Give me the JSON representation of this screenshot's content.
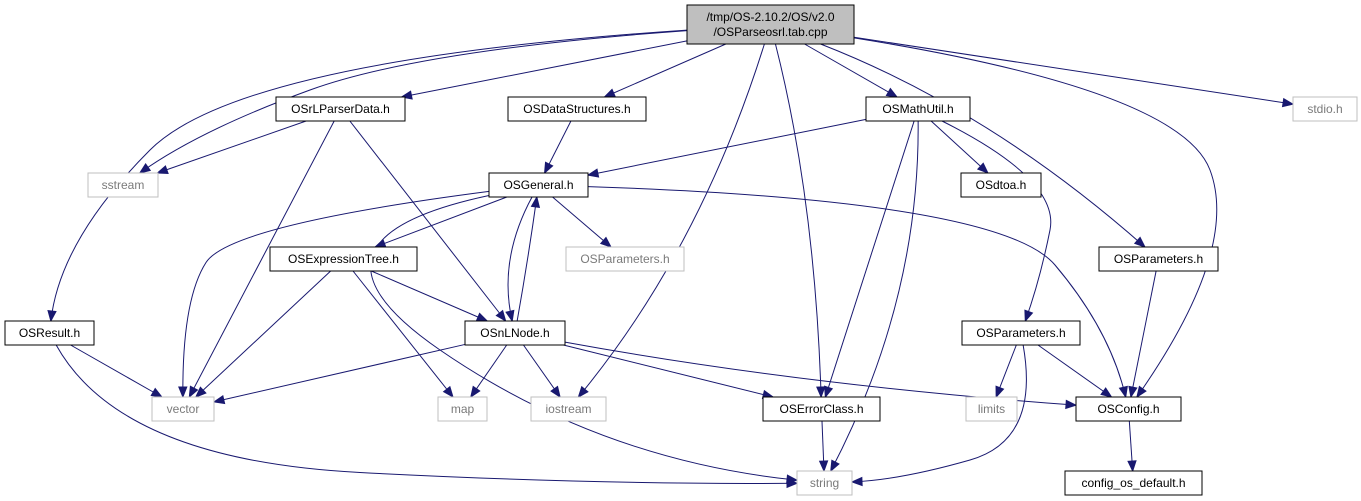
{
  "nodes": {
    "root": {
      "lines": [
        "/tmp/OS-2.10.2/OS/v2.0",
        "/OSParseosrl.tab.cpp"
      ],
      "kind": "root"
    },
    "rlparser": {
      "lines": [
        "OSrLParserData.h"
      ],
      "kind": "doc"
    },
    "datastruct": {
      "lines": [
        "OSDataStructures.h"
      ],
      "kind": "doc"
    },
    "mathutil": {
      "lines": [
        "OSMathUtil.h"
      ],
      "kind": "doc"
    },
    "stdio": {
      "lines": [
        "stdio.h"
      ],
      "kind": "ext"
    },
    "sstream": {
      "lines": [
        "sstream"
      ],
      "kind": "ext"
    },
    "general": {
      "lines": [
        "OSGeneral.h"
      ],
      "kind": "doc"
    },
    "sdtoa": {
      "lines": [
        "OSdtoa.h"
      ],
      "kind": "doc"
    },
    "exprtree": {
      "lines": [
        "OSExpressionTree.h"
      ],
      "kind": "doc"
    },
    "paramsext": {
      "lines": [
        "OSParameters.h"
      ],
      "kind": "ext"
    },
    "params1": {
      "lines": [
        "OSParameters.h"
      ],
      "kind": "doc"
    },
    "result": {
      "lines": [
        "OSResult.h"
      ],
      "kind": "doc"
    },
    "nlnode": {
      "lines": [
        "OSnLNode.h"
      ],
      "kind": "doc"
    },
    "params2": {
      "lines": [
        "OSParameters.h"
      ],
      "kind": "doc"
    },
    "vector": {
      "lines": [
        "vector"
      ],
      "kind": "ext"
    },
    "map": {
      "lines": [
        "map"
      ],
      "kind": "ext"
    },
    "iostream": {
      "lines": [
        "iostream"
      ],
      "kind": "ext"
    },
    "errorclass": {
      "lines": [
        "OSErrorClass.h"
      ],
      "kind": "doc"
    },
    "limits": {
      "lines": [
        "limits"
      ],
      "kind": "ext"
    },
    "config": {
      "lines": [
        "OSConfig.h"
      ],
      "kind": "doc"
    },
    "string": {
      "lines": [
        "string"
      ],
      "kind": "ext"
    },
    "configdef": {
      "lines": [
        "config_os_default.h"
      ],
      "kind": "doc"
    }
  },
  "edges": [
    [
      "root",
      "rlparser"
    ],
    [
      "root",
      "datastruct"
    ],
    [
      "root",
      "mathutil"
    ],
    [
      "root",
      "stdio"
    ],
    [
      "root",
      "sstream"
    ],
    [
      "root",
      "result"
    ],
    [
      "root",
      "iostream"
    ],
    [
      "root",
      "errorclass"
    ],
    [
      "root",
      "params1"
    ],
    [
      "root",
      "config"
    ],
    [
      "rlparser",
      "sstream"
    ],
    [
      "rlparser",
      "vector"
    ],
    [
      "rlparser",
      "nlnode"
    ],
    [
      "datastruct",
      "general"
    ],
    [
      "mathutil",
      "general"
    ],
    [
      "mathutil",
      "sdtoa"
    ],
    [
      "mathutil",
      "errorclass"
    ],
    [
      "mathutil",
      "string"
    ],
    [
      "mathutil",
      "params2"
    ],
    [
      "general",
      "exprtree"
    ],
    [
      "general",
      "paramsext"
    ],
    [
      "general",
      "nlnode"
    ],
    [
      "general",
      "vector"
    ],
    [
      "general",
      "string"
    ],
    [
      "general",
      "config"
    ],
    [
      "exprtree",
      "nlnode"
    ],
    [
      "exprtree",
      "vector"
    ],
    [
      "exprtree",
      "map"
    ],
    [
      "nlnode",
      "general"
    ],
    [
      "nlnode",
      "vector"
    ],
    [
      "nlnode",
      "map"
    ],
    [
      "nlnode",
      "iostream"
    ],
    [
      "nlnode",
      "errorclass"
    ],
    [
      "nlnode",
      "config"
    ],
    [
      "result",
      "vector"
    ],
    [
      "result",
      "string"
    ],
    [
      "params1",
      "config"
    ],
    [
      "params2",
      "limits"
    ],
    [
      "params2",
      "config"
    ],
    [
      "params2",
      "string"
    ],
    [
      "errorclass",
      "string"
    ],
    [
      "config",
      "configdef"
    ]
  ]
}
